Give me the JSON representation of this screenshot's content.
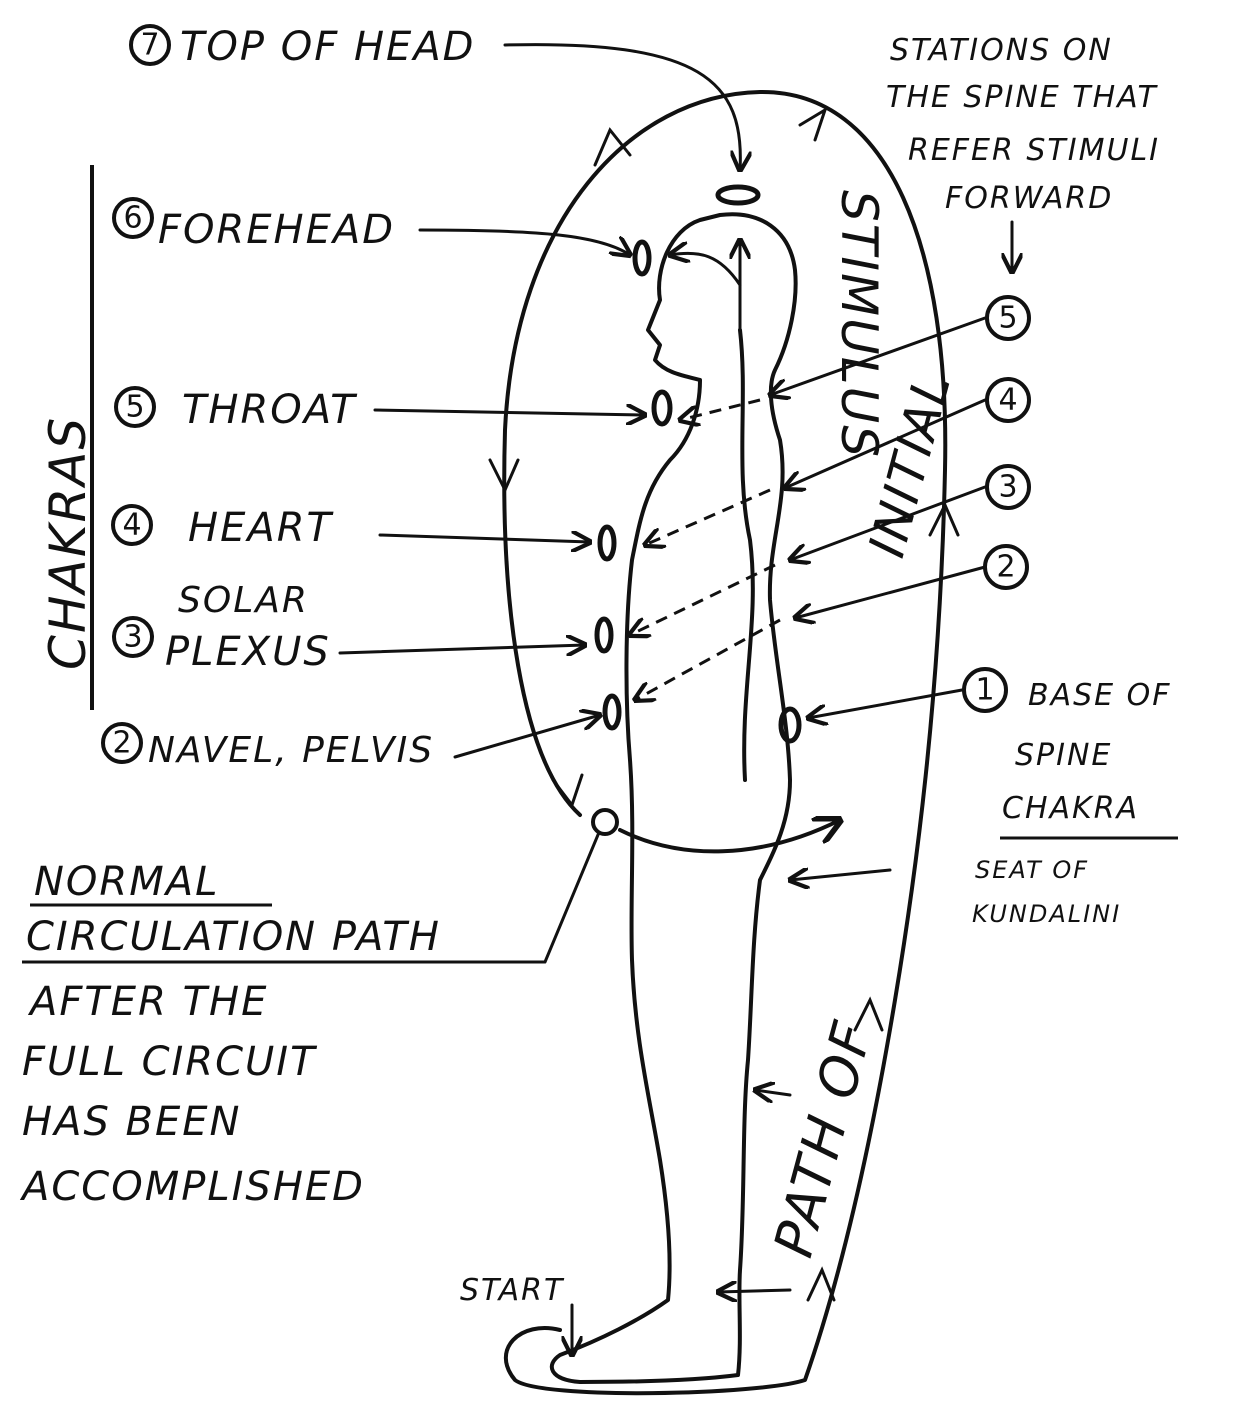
{
  "chakras_heading": "CHAKRAS",
  "chakras": [
    {
      "num": "7",
      "label": "TOP OF HEAD"
    },
    {
      "num": "6",
      "label": "FOREHEAD"
    },
    {
      "num": "5",
      "label": "THROAT"
    },
    {
      "num": "4",
      "label": "HEART"
    },
    {
      "num": "3",
      "label_line1": "SOLAR",
      "label_line2": "PLEXUS"
    },
    {
      "num": "2",
      "label": "NAVEL, PELVIS"
    }
  ],
  "stations": {
    "lines": [
      "STATIONS ON",
      "THE SPINE THAT",
      "REFER STIMULI",
      "FORWARD"
    ],
    "numbers": [
      "5",
      "4",
      "3",
      "2"
    ]
  },
  "base": {
    "num": "1",
    "line1": "BASE OF",
    "line2": "SPINE",
    "line3": "CHAKRA",
    "line4": "SEAT OF",
    "line5": "KUNDALINI"
  },
  "normal_path": {
    "line1": "NORMAL",
    "line2": "CIRCULATION PATH",
    "lines": [
      "AFTER THE",
      "FULL CIRCUIT",
      "HAS BEEN",
      "ACCOMPLISHED"
    ]
  },
  "path_upper": "STIMULUS",
  "path_middle": "INITIAL",
  "path_lower": "PATH OF",
  "start": "START"
}
